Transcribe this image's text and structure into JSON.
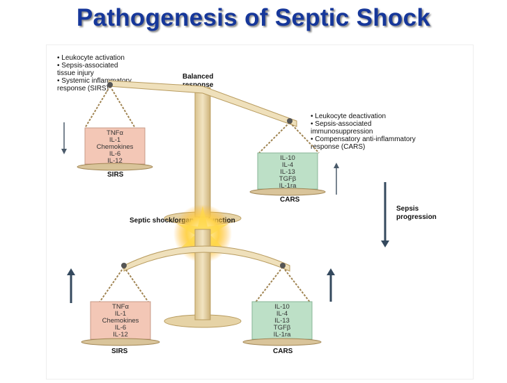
{
  "title": "Pathogenesis of Septic Shock",
  "top_left_list": [
    "• Leukocyte activation",
    "• Sepsis-associated",
    "  tissue injury",
    "• Systemic inflammatory",
    "  response (SIRS)"
  ],
  "balanced_label": [
    "Balanced",
    "response"
  ],
  "top_right_list": [
    "• Leukocyte deactivation",
    "• Sepsis-associated",
    "  immunosuppression",
    "• Compensatory anti-inflammatory",
    "  response (CARS)"
  ],
  "sirs_cytokines": [
    "TNFα",
    "IL-1",
    "Chemokines",
    "IL-6",
    "IL-12"
  ],
  "cars_cytokines": [
    "IL-10",
    "IL-4",
    "IL-13",
    "TGFβ",
    "IL-1ra"
  ],
  "sirs_label": "SIRS",
  "cars_label": "CARS",
  "progression_label": [
    "Sepsis",
    "progression"
  ],
  "shock_label": "Septic shock/organ dysfunction",
  "colors": {
    "title": "#16379a",
    "sirs_box": "#f3c7b6",
    "cars_box": "#bde0c7",
    "scale": "#e8d6ad",
    "arrow": "#34495e"
  }
}
